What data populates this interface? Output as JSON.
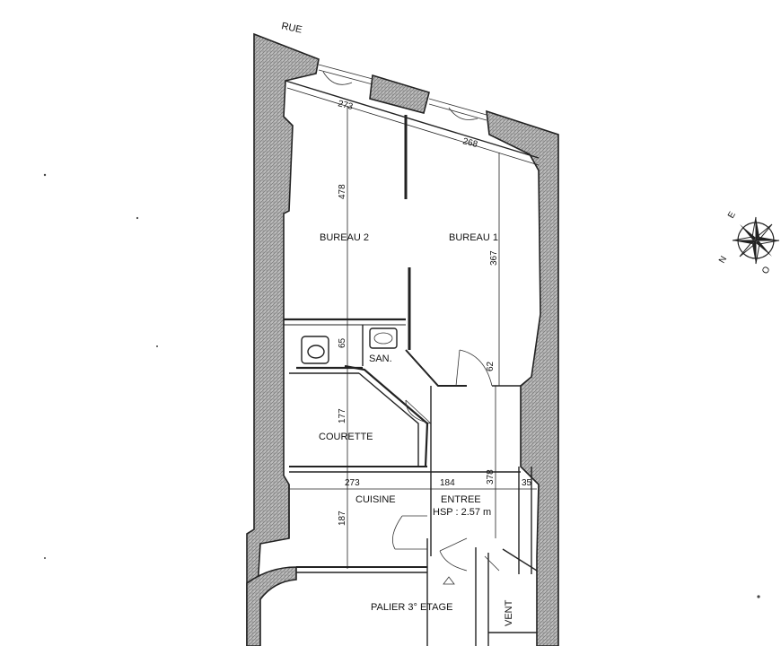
{
  "plan": {
    "street": "RUE",
    "rooms": {
      "bureau2": "BUREAU 2",
      "bureau1": "BUREAU 1",
      "san": "SAN.",
      "courette": "COURETTE",
      "cuisine": "CUISINE",
      "entree": "ENTREE",
      "hsp": "HSP : 2.57 m",
      "palier": "PALIER 3° ETAGE",
      "vent": "VENT"
    },
    "dimensions": {
      "d273_top": "273",
      "d268": "268",
      "d478": "478",
      "d367": "367",
      "d65": "65",
      "d62": "62",
      "d177": "177",
      "d273_mid": "273",
      "d184": "184",
      "d378": "378",
      "d35": "35",
      "d187": "187"
    },
    "compass": {
      "n": "N",
      "e": "E",
      "o": "O"
    }
  }
}
